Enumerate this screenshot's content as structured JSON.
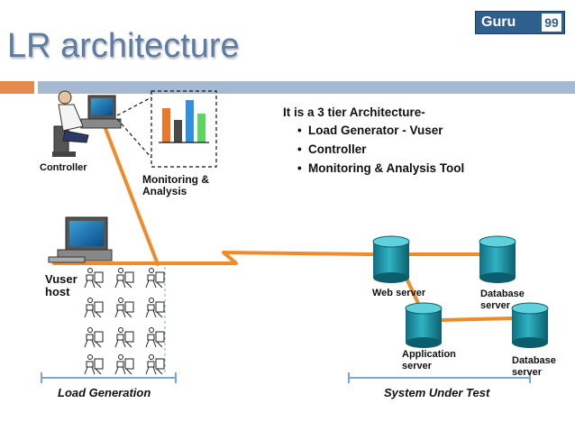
{
  "title": "LR architecture",
  "logo": {
    "text": "Guru",
    "number": "99"
  },
  "info": {
    "heading": "It is a 3 tier Architecture-",
    "items": [
      "Load Generator  - Vuser",
      "Controller",
      "Monitoring & Analysis Tool"
    ]
  },
  "labels": {
    "controller": "Controller",
    "monitoring_line1": "Monitoring &",
    "monitoring_line2": "Analysis",
    "vuser_line1": "Vuser",
    "vuser_line2": "host",
    "web_server": "Web server",
    "db_server_1_line1": "Database",
    "db_server_1_line2": "server",
    "app_server_line1": "Application",
    "app_server_line2": "server",
    "db_server_2_line1": "Database",
    "db_server_2_line2": "server",
    "load_generation": "Load Generation",
    "system_under_test": "System Under Test"
  },
  "monitor_chart": {
    "values": [
      4,
      3,
      5,
      3.5
    ],
    "colors": [
      "#e8792b",
      "#4a4a4a",
      "#2f8fe0",
      "#5cd65c"
    ]
  },
  "colors": {
    "accent_orange": "#f08a2a",
    "title_blue": "#5b7da5",
    "server_teal": "#1e8fa0",
    "axis_blue": "#7aa8d6"
  }
}
